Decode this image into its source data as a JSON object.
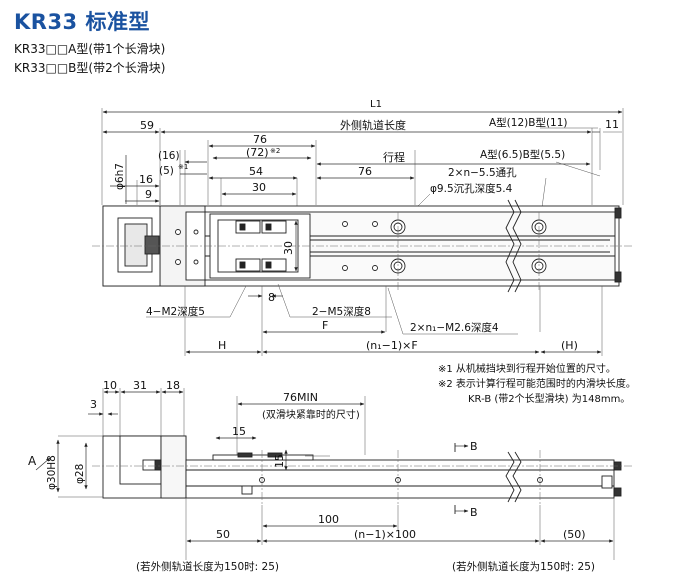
{
  "title": "KR33  标准型",
  "subtitles": [
    "KR33□□A型(带1个长滑块)",
    "KR33□□B型(带2个长滑块)"
  ],
  "top_view": {
    "L1": "L1",
    "outer_rail_length": "外侧轨道长度",
    "d59": "59",
    "d76": "76",
    "d72": "(72)",
    "note_mark_x2": "※2",
    "d16": "(16)",
    "d5": "(5)",
    "note_mark_x1": "※1",
    "d54": "54",
    "d30": "30",
    "d16b": "16",
    "d9": "9",
    "phi6h7": "φ6h7",
    "stroke": "行程",
    "d76b": "76",
    "ab_12_11": "A型(12)B型(11)",
    "d11": "11",
    "ab_65_55": "A型(6.5)B型(5.5)",
    "through_hole": "2×n−5.5通孔",
    "counterbore": "φ9.5沉孔深度5.4",
    "d30v": "30",
    "m2": "4−M2深度5",
    "d8": "8",
    "m5": "2−M5深度8",
    "F": "F",
    "m26": "2×n₁−M2.6深度4",
    "H": "H",
    "n1F": "(n₁−1)×F",
    "H2": "(H)"
  },
  "notes": {
    "n1": "※1  从机械挡块到行程开始位置的尺寸。",
    "n2": "※2  表示计算行程可能范围时的内滑块长度。",
    "n3": "KR-B (带2个长型滑块) 为148mm。"
  },
  "side_view": {
    "d10": "10",
    "d31": "31",
    "d18": "18",
    "d3": "3",
    "A": "A",
    "phi30": "φ30H8",
    "phi28": "φ28",
    "min76": "76MIN",
    "min76_note": "(双滑块紧靠时的尺寸)",
    "d15": "15",
    "d15v": "15",
    "d100": "100",
    "d50": "50",
    "n100": "(n−1)×100",
    "d50r": "(50)",
    "B1": "B",
    "B2": "B",
    "foot_left": "(若外侧轨道长度为150时: 25)",
    "foot_right": "(若外侧轨道长度为150时: 25)"
  }
}
